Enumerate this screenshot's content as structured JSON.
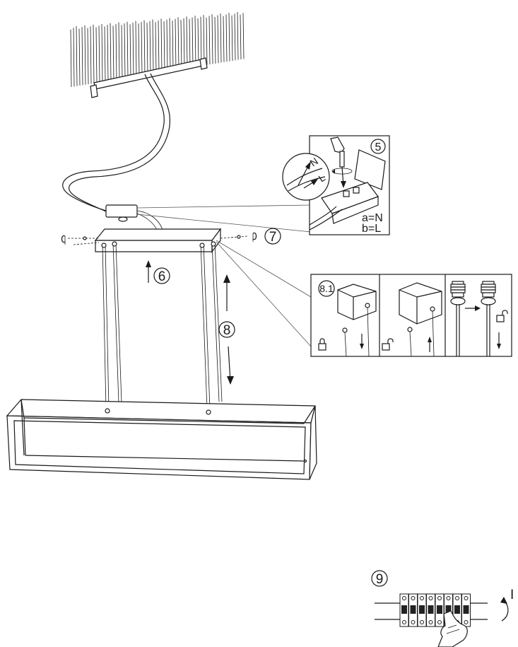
{
  "steps": {
    "step5": "5",
    "step6": "6",
    "step7": "7",
    "step8": "8",
    "step8_1": "8.1",
    "step9": "9"
  },
  "wiring": {
    "label_n": "N",
    "label_l": "L",
    "terminal_a": "a=N",
    "terminal_b": "b=L"
  },
  "switch": {
    "on_symbol": "I"
  },
  "icons": {
    "lock": "padlock-closed-icon",
    "unlock": "padlock-open-icon"
  }
}
